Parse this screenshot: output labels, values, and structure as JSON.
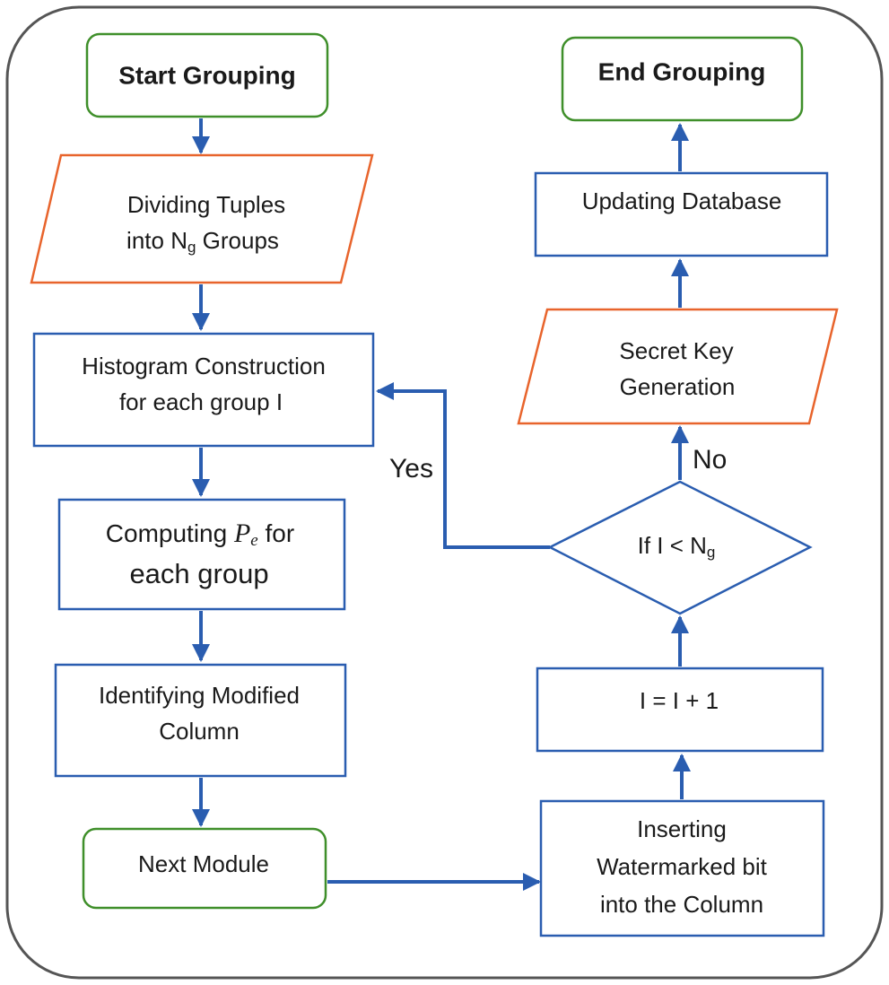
{
  "colors": {
    "terminal_border": "#3f8f2a",
    "io_border": "#e8642c",
    "process_border": "#2a5db0",
    "arrow": "#2a5db0",
    "frame_border": "#555555"
  },
  "nodes": {
    "start": {
      "label": "Start Grouping"
    },
    "divide": {
      "line1": "Dividing Tuples",
      "line2_pre": "into N",
      "line2_sub": "g",
      "line2_post": " Groups"
    },
    "histogram": {
      "line1": "Histogram Construction",
      "line2": "for each group I"
    },
    "compute": {
      "line1_pre": "Computing ",
      "math_base": "P",
      "math_sub": "e",
      "line1_post": " for",
      "line2": "each group"
    },
    "identify": {
      "line1": "Identifying Modified",
      "line2": "Column"
    },
    "next": {
      "label": "Next Module"
    },
    "insert": {
      "line1": "Inserting",
      "line2": "Watermarked bit",
      "line3": "into the Column"
    },
    "increment": {
      "label": "I = I + 1"
    },
    "decision": {
      "pre": "If I < N",
      "sub": "g"
    },
    "secret": {
      "line1": "Secret Key",
      "line2": "Generation"
    },
    "update": {
      "label": "Updating Database"
    },
    "end": {
      "label": "End Grouping"
    }
  },
  "edges": {
    "yes_label": "Yes",
    "no_label": "No"
  }
}
